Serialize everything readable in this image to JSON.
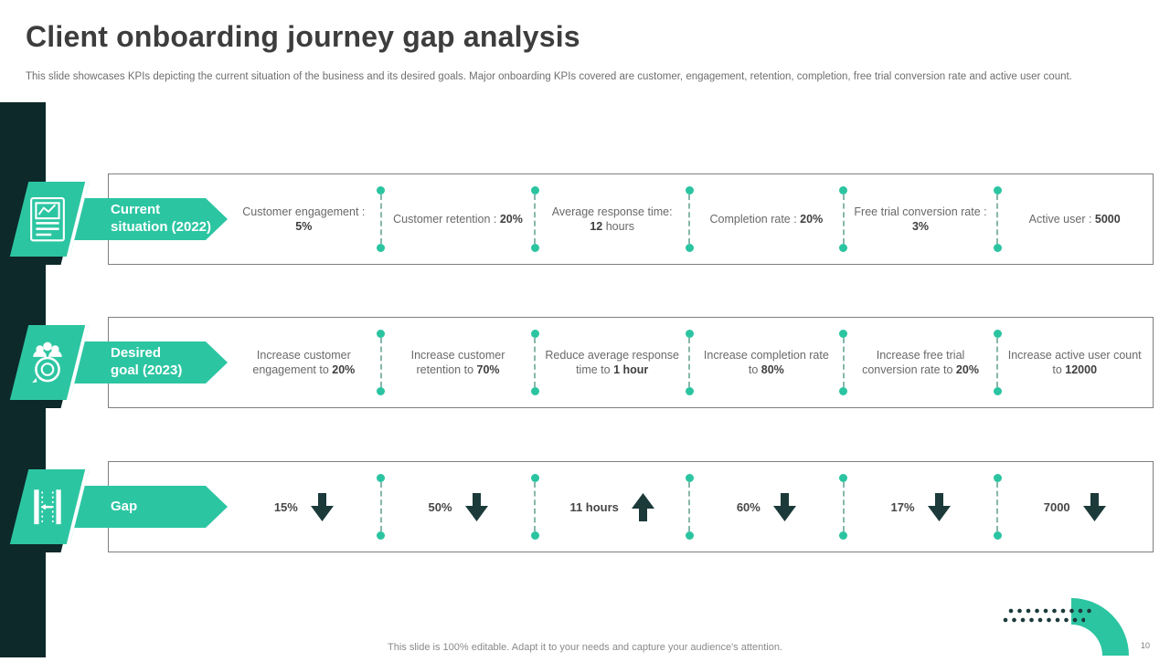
{
  "slide": {
    "title": "Client onboarding journey gap analysis",
    "subtitle": "This slide showcases KPIs depicting the current situation of the business and its desired goals. Major onboarding KPIs covered are customer, engagement, retention, completion, free trial conversion rate and active user count.",
    "footer": "This slide is 100% editable. Adapt it to your needs and capture your audience's attention.",
    "page_number": "10"
  },
  "colors": {
    "accent_green": "#2cc5a2",
    "dark_teal": "#0d2929",
    "arrow_dark": "#1c3a3a",
    "text_gray": "#696969"
  },
  "rows": [
    {
      "label_line1": "Current",
      "label_line2": "situation (2022)",
      "icon": "report-chart-icon",
      "cells": [
        {
          "segments": [
            {
              "text": "Customer engagement : ",
              "bold": false
            },
            {
              "text": "5%",
              "bold": true
            }
          ]
        },
        {
          "segments": [
            {
              "text": "Customer retention : ",
              "bold": false
            },
            {
              "text": "20%",
              "bold": true
            }
          ]
        },
        {
          "segments": [
            {
              "text": "Average response time: ",
              "bold": false
            },
            {
              "text": "12",
              "bold": true
            },
            {
              "text": " hours",
              "bold": false
            }
          ]
        },
        {
          "segments": [
            {
              "text": "Completion rate : ",
              "bold": false
            },
            {
              "text": "20%",
              "bold": true
            }
          ]
        },
        {
          "segments": [
            {
              "text": "Free trial conversion rate : ",
              "bold": false
            },
            {
              "text": "3%",
              "bold": true
            }
          ]
        },
        {
          "segments": [
            {
              "text": "Active user : ",
              "bold": false
            },
            {
              "text": "5000",
              "bold": true
            }
          ]
        }
      ]
    },
    {
      "label_line1": "Desired",
      "label_line2": "goal (2023)",
      "icon": "team-goal-icon",
      "cells": [
        {
          "segments": [
            {
              "text": "Increase customer engagement to ",
              "bold": false
            },
            {
              "text": "20%",
              "bold": true
            }
          ]
        },
        {
          "segments": [
            {
              "text": "Increase customer retention to ",
              "bold": false
            },
            {
              "text": "70%",
              "bold": true
            }
          ]
        },
        {
          "segments": [
            {
              "text": "Reduce average response time to ",
              "bold": false
            },
            {
              "text": "1 hour",
              "bold": true
            }
          ]
        },
        {
          "segments": [
            {
              "text": "Increase completion rate to ",
              "bold": false
            },
            {
              "text": "80%",
              "bold": true
            }
          ]
        },
        {
          "segments": [
            {
              "text": "Increase free trial conversion rate to ",
              "bold": false
            },
            {
              "text": "20%",
              "bold": true
            }
          ]
        },
        {
          "segments": [
            {
              "text": "Increase active user count to ",
              "bold": false
            },
            {
              "text": "12000",
              "bold": true
            }
          ]
        }
      ]
    },
    {
      "label_line1": "Gap",
      "label_line2": "",
      "icon": "gap-measure-icon",
      "cells": [
        {
          "value": "15%",
          "arrow": "down"
        },
        {
          "value": "50%",
          "arrow": "down"
        },
        {
          "value": "11 hours",
          "arrow": "up"
        },
        {
          "value": "60%",
          "arrow": "down"
        },
        {
          "value": "17%",
          "arrow": "down"
        },
        {
          "value": "7000",
          "arrow": "down"
        }
      ]
    }
  ]
}
